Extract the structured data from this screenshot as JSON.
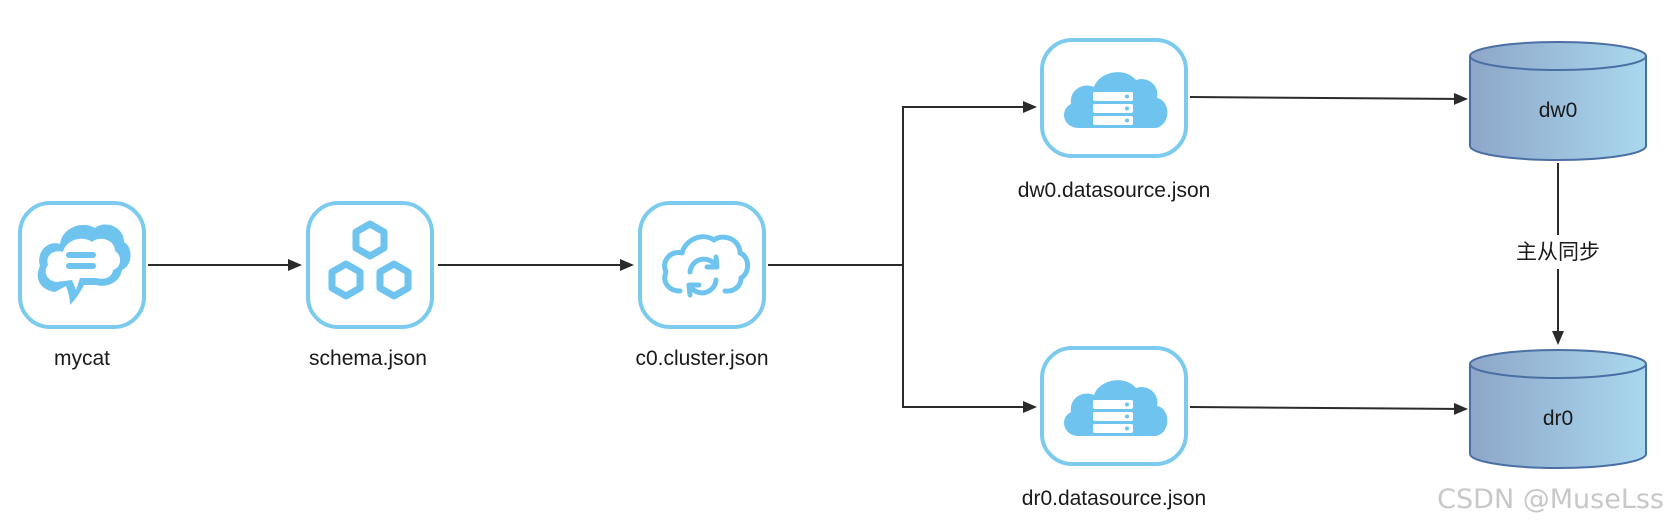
{
  "colors": {
    "icon_border": "#7ccbef",
    "icon_fill": "#6ec4ee",
    "arrow": "#2b2b2b",
    "db_fill_start": "#8ea6c9",
    "db_fill_end": "#a9d8ee",
    "db_stroke": "#4a6fa5",
    "watermark": "#c8c8c8"
  },
  "nodes": {
    "mycat": {
      "label": "mycat",
      "icon": "chat-cloud-icon"
    },
    "schema": {
      "label": "schema.json",
      "icon": "hexagons-icon"
    },
    "cluster": {
      "label": "c0.cluster.json",
      "icon": "cloud-sync-icon"
    },
    "dw0_ds": {
      "label": "dw0.datasource.json",
      "icon": "cloud-server-icon"
    },
    "dr0_ds": {
      "label": "dr0.datasource.json",
      "icon": "cloud-server-icon"
    },
    "dw0_db": {
      "label": "dw0",
      "icon": "database-cylinder"
    },
    "dr0_db": {
      "label": "dr0",
      "icon": "database-cylinder"
    }
  },
  "edges": {
    "sync_label": "主从同步"
  },
  "watermark": "CSDN @MuseLss"
}
